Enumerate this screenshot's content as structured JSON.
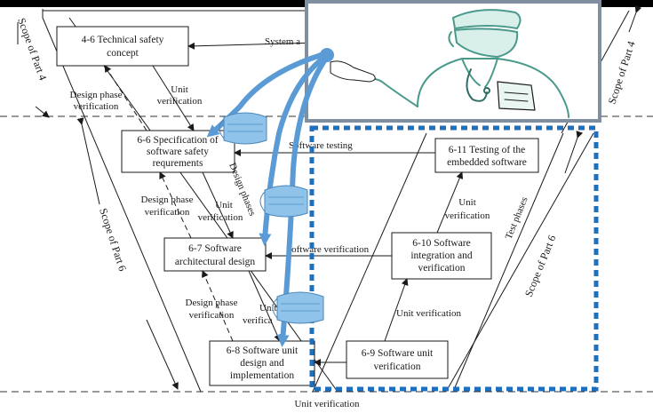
{
  "diagram": {
    "boxes": {
      "tech_safety": [
        "4-6 Technical safety",
        "concept"
      ],
      "sw_spec": [
        "6-6 Specification of",
        "software safety",
        "requrements"
      ],
      "arch_design": [
        "6-7 Software",
        "architectural design"
      ],
      "unit_design": [
        "6-8 Software unit",
        "design and",
        "implementation"
      ],
      "testing_embedded": [
        "6-11 Testing of the",
        "embedded software"
      ],
      "integration": [
        "6-10 Software",
        "integration and",
        "verification"
      ],
      "unit_verif_box": [
        "6-9 Software unit",
        "verification"
      ]
    },
    "labels": {
      "system_a": "System a",
      "design_phase_verification": [
        "Design phase",
        "verification"
      ],
      "unit_verification": [
        "Unit",
        "verification"
      ],
      "software_testing": "Software testing",
      "software_verification": "Software verification",
      "unit_verification_single": "Unit verification",
      "unit_prefix": "Unit",
      "verification_prefix": "verifica",
      "design_phases": "Design phases",
      "test_phases": "Test phases",
      "bottom_unit_verification": "Unit verification"
    },
    "scopes": {
      "part4": "Scope of Part 4",
      "part6": "Scope of Part 6"
    },
    "colors": {
      "arrow_blue": "#5b9bd5",
      "dotted_blue": "#1f6fbf",
      "mask_blue": "#8fc3ea",
      "frame_gray": "#7f8fa0",
      "figure_teal": "#4a9a8c"
    },
    "icons": [
      "surgeon-with-clipboard-icon",
      "surgical-mask-icon"
    ]
  }
}
